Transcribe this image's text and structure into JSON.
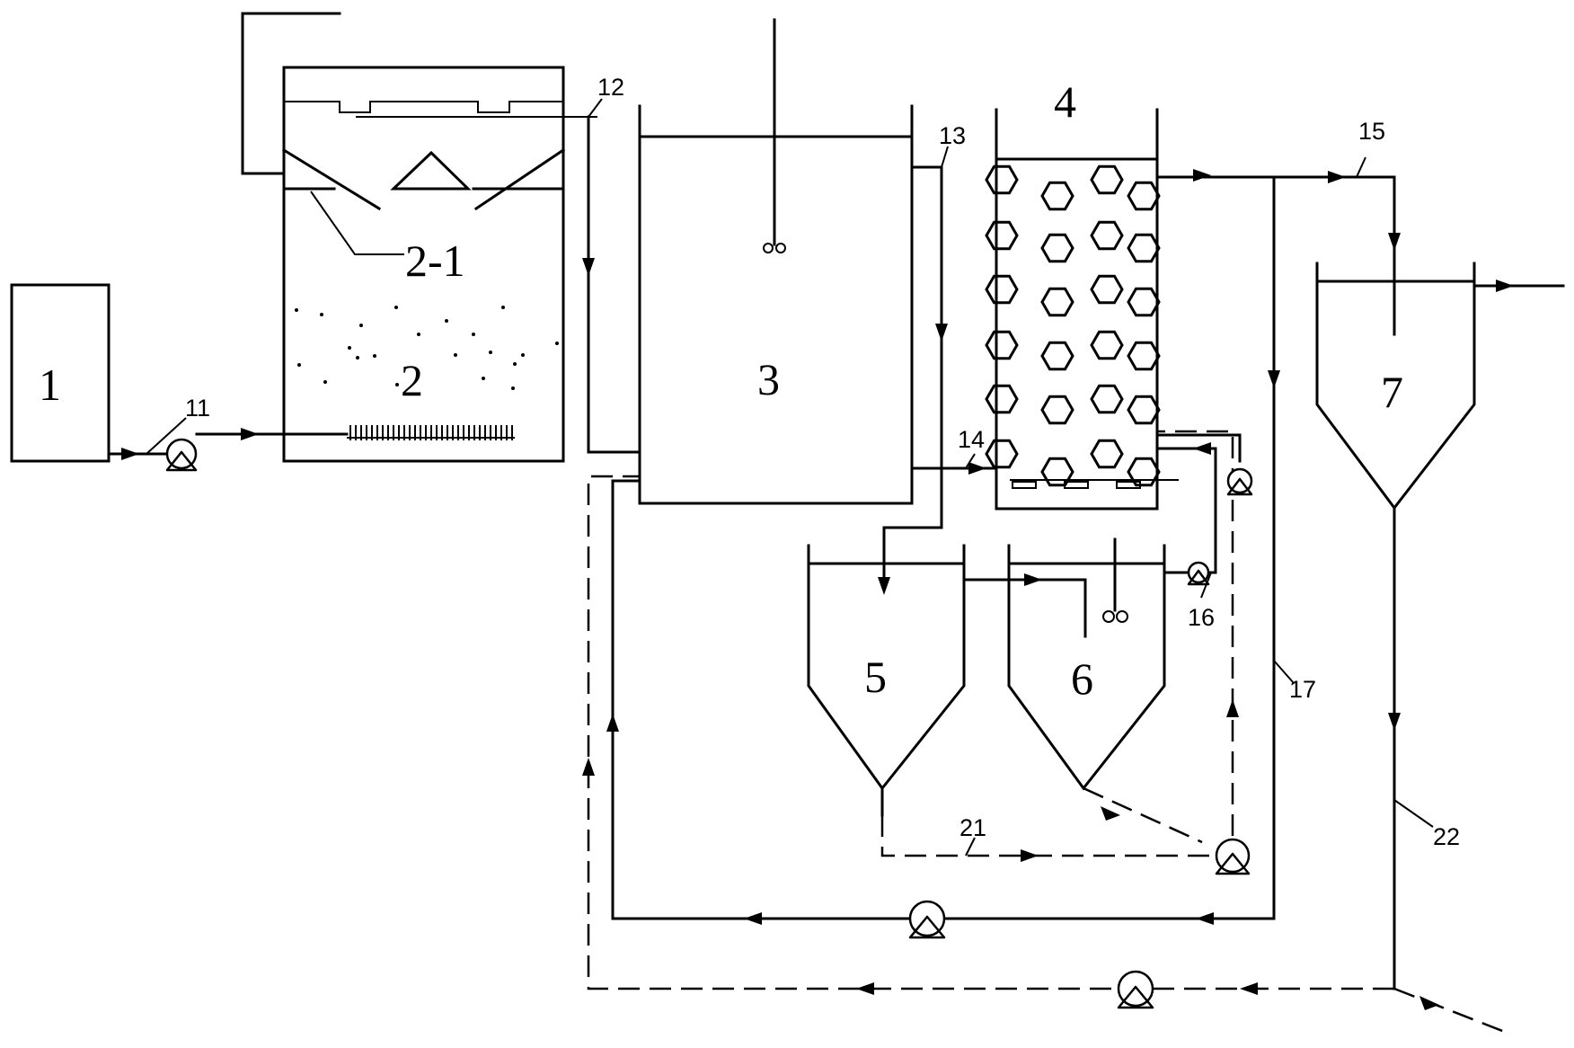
{
  "components": {
    "tank_1": "1",
    "reactor_2": "2",
    "reactor_2_1": "2-1",
    "tank_3": "3",
    "filter_4": "4",
    "settler_5": "5",
    "tank_6": "6",
    "settler_7": "7"
  },
  "pipes": {
    "p11": "11",
    "p12": "12",
    "p13": "13",
    "p14": "14",
    "p15": "15",
    "p16": "16",
    "p17": "17",
    "p21": "21",
    "p22": "22"
  }
}
